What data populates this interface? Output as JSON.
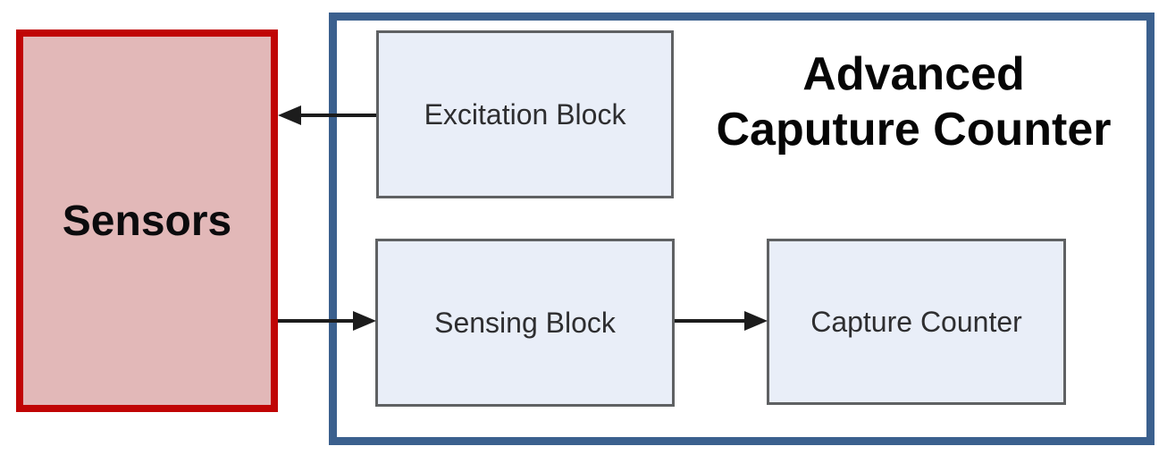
{
  "diagram": {
    "sensors": {
      "label": "Sensors"
    },
    "container": {
      "title_line1": "Advanced",
      "title_line2": "Caputure Counter"
    },
    "blocks": {
      "excitation": {
        "label": "Excitation Block"
      },
      "sensing": {
        "label": "Sensing Block"
      },
      "capture": {
        "label": "Capture Counter"
      }
    },
    "arrows": [
      {
        "name": "excitation-block-to-sensors",
        "direction": "left"
      },
      {
        "name": "sensors-to-sensing-block",
        "direction": "right"
      },
      {
        "name": "sensing-block-to-capture-counter",
        "direction": "right"
      }
    ],
    "colors": {
      "sensors_fill": "#e2b8b8",
      "sensors_border": "#c00505",
      "container_border": "#3b608e",
      "block_fill": "#e9eef8",
      "block_border": "#5f6163",
      "arrow": "#1c1c1c",
      "title_color": "#060606",
      "label_color": "#2e2e30"
    }
  }
}
